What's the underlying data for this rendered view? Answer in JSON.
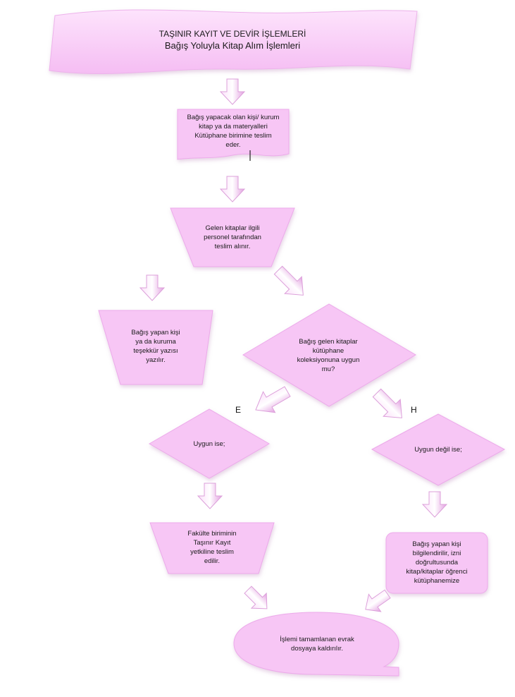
{
  "title": {
    "line1": "TAŞINIR KAYIT VE DEVİR İŞLEMLERİ",
    "line2": "Bağış Yoluyla Kitap Alım İşlemleri"
  },
  "steps": {
    "deliver": [
      "Bağış yapacak olan kişi/ kurum",
      "kitap ya da materyalleri",
      "Kütüphane birimine teslim",
      "eder."
    ],
    "receive": [
      "Gelen kitaplar ilgili",
      "personel tarafından",
      "teslim alınır."
    ],
    "thanks": [
      "Bağış yapan kişi",
      "ya da kuruma",
      "teşekkür yazısı",
      "yazılır."
    ],
    "decision": [
      "Bağış gelen kitaplar",
      "kütüphane",
      "koleksiyonuna uygun",
      "mu?"
    ],
    "suitable": [
      "Uygun ise;"
    ],
    "not_suitable": [
      "Uygun değil ise;"
    ],
    "faculty": [
      "Fakülte biriminin",
      "Taşınır Kayıt",
      "yetkiline teslim",
      "edilir."
    ],
    "donor_info": [
      "Bağış yapan kişi",
      "bilgilendirilir, izni",
      "doğrultusunda",
      "kitap/kitaplar öğrenci",
      "kütüphanemize"
    ],
    "archive": [
      "İşlemi tamamlanan evrak",
      "dosyaya kaldırılır."
    ]
  },
  "branch_labels": {
    "yes": "E",
    "no": "H"
  },
  "colors": {
    "shape_fill": "#f7c6f5",
    "shape_edge": "#ecaaea",
    "arrow_fill": "#e8a6e6",
    "arrow_light": "#fbe0fa"
  }
}
